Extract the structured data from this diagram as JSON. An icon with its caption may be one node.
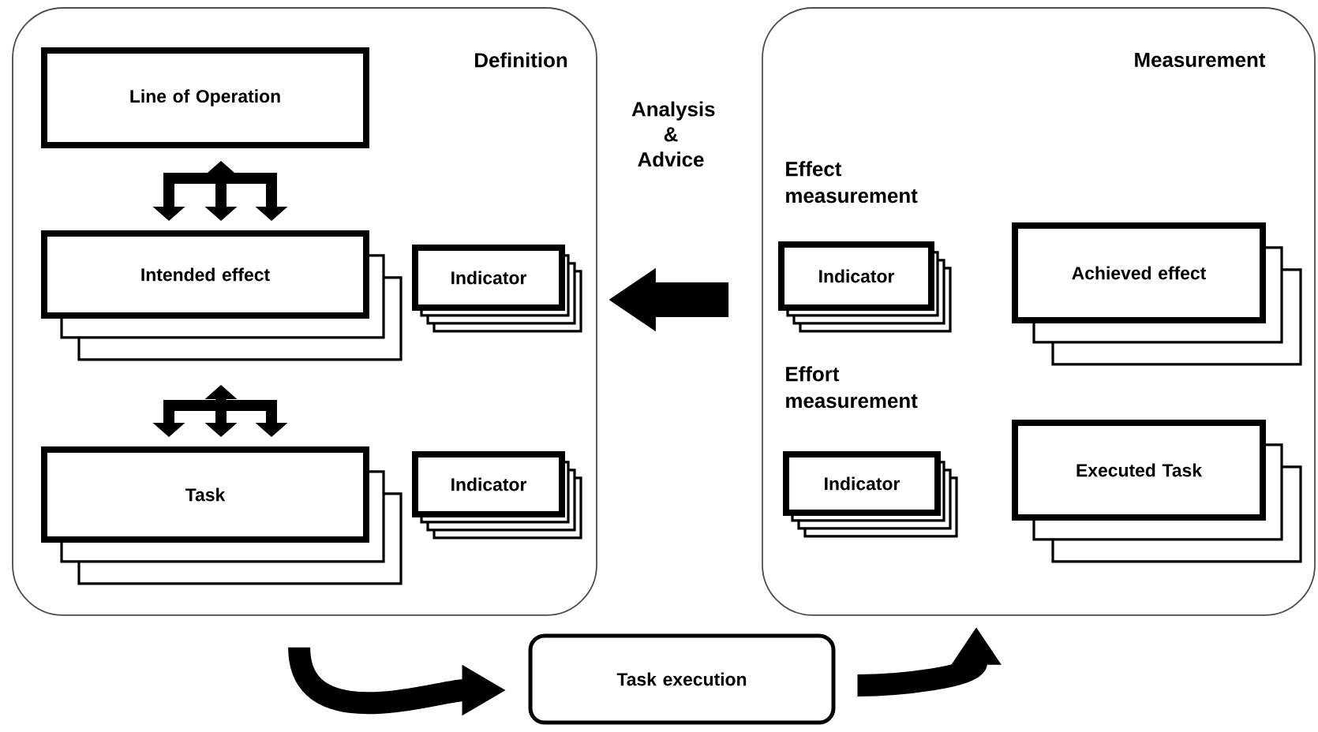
{
  "diagram": {
    "nodes": [
      {
        "text": [
          "Definition"
        ]
      },
      {
        "text": [
          "Line of Operation"
        ],
        "in": 0
      },
      {
        "text": [
          "Intended effect"
        ],
        "in": 0
      },
      {
        "text": [
          "Indicator"
        ],
        "in": 0
      },
      {
        "text": [
          "Task"
        ],
        "in": 0
      },
      {
        "text": [
          "Indicator"
        ],
        "in": 0
      },
      {
        "text": [
          "Measurement"
        ]
      },
      {
        "text": [
          "Indicator"
        ],
        "in": 6,
        "beside": [
          "Effect measurement"
        ]
      },
      {
        "text": [
          "Achieved effect"
        ],
        "in": 6
      },
      {
        "text": [
          "Indicator"
        ],
        "in": 6,
        "beside": [
          "Effort measurement"
        ]
      },
      {
        "text": [
          "Executed Task"
        ],
        "in": 6
      },
      {
        "text": [
          "Task execution"
        ]
      }
    ],
    "edges": [
      {
        "from": 1,
        "to": 2,
        "arrow": "both"
      },
      {
        "from": 2,
        "to": 4,
        "arrow": "both"
      },
      {
        "from": 6,
        "to": 0,
        "arrow": "to"
      },
      {
        "from": 0,
        "to": 11,
        "arrow": "to"
      },
      {
        "from": 11,
        "to": 6,
        "arrow": "to"
      }
    ],
    "labels": [
      "Analysis & Advice"
    ]
  }
}
